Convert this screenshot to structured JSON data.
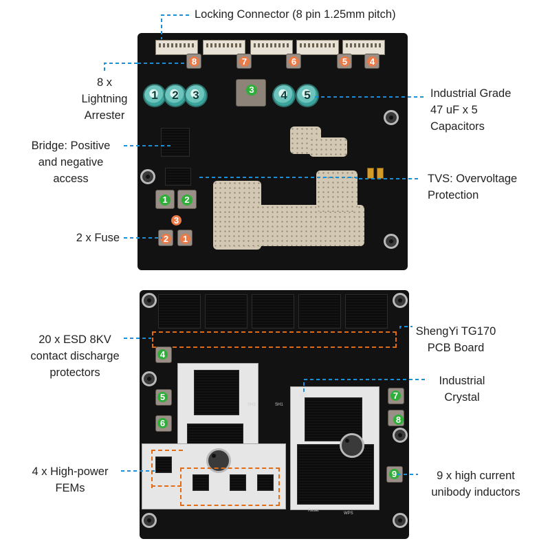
{
  "callouts": {
    "locking_connector": "Locking Connector (8 pin 1.25mm pitch)",
    "lightning_arrester": [
      "8 x",
      "Lightning",
      "Arrester"
    ],
    "capacitors": [
      "Industrial Grade",
      "47 uF x 5",
      "Capacitors"
    ],
    "bridge": [
      "Bridge: Positive",
      "and negative",
      "access"
    ],
    "tvs": [
      "TVS: Overvoltage",
      "Protection"
    ],
    "fuse": "2 x Fuse",
    "esd": [
      "20 x ESD 8KV",
      "contact discharge",
      "protectors"
    ],
    "pcb": [
      "ShengYi TG170",
      "PCB Board"
    ],
    "crystal": [
      "Industrial",
      "Crystal"
    ],
    "fems": [
      "4 x High-power",
      "FEMs"
    ],
    "inductors": [
      "9 x high current",
      "unibody inductors"
    ]
  },
  "top_board": {
    "arrester_numbers": [
      "8",
      "7",
      "6",
      "5",
      "4"
    ],
    "capacitor_numbers": [
      "1",
      "2",
      "3",
      "4",
      "5"
    ],
    "inductor_number": "3",
    "fuse_inductor_numbers": [
      "1",
      "2"
    ],
    "fuse_numbers": [
      "3",
      "2",
      "1"
    ]
  },
  "bottom_board": {
    "inductor_numbers": [
      "4",
      "5",
      "6",
      "7",
      "8",
      "9"
    ],
    "silk_texts": [
      "Reset",
      "WPS",
      "SH1",
      "SH2"
    ]
  },
  "colors": {
    "callout_line": "#1a8fd6",
    "highlight": "#e36b16",
    "badge_orange": "#ea7a48",
    "badge_green": "#2fae3a",
    "capacitor_teal": "#6cc4bd"
  }
}
